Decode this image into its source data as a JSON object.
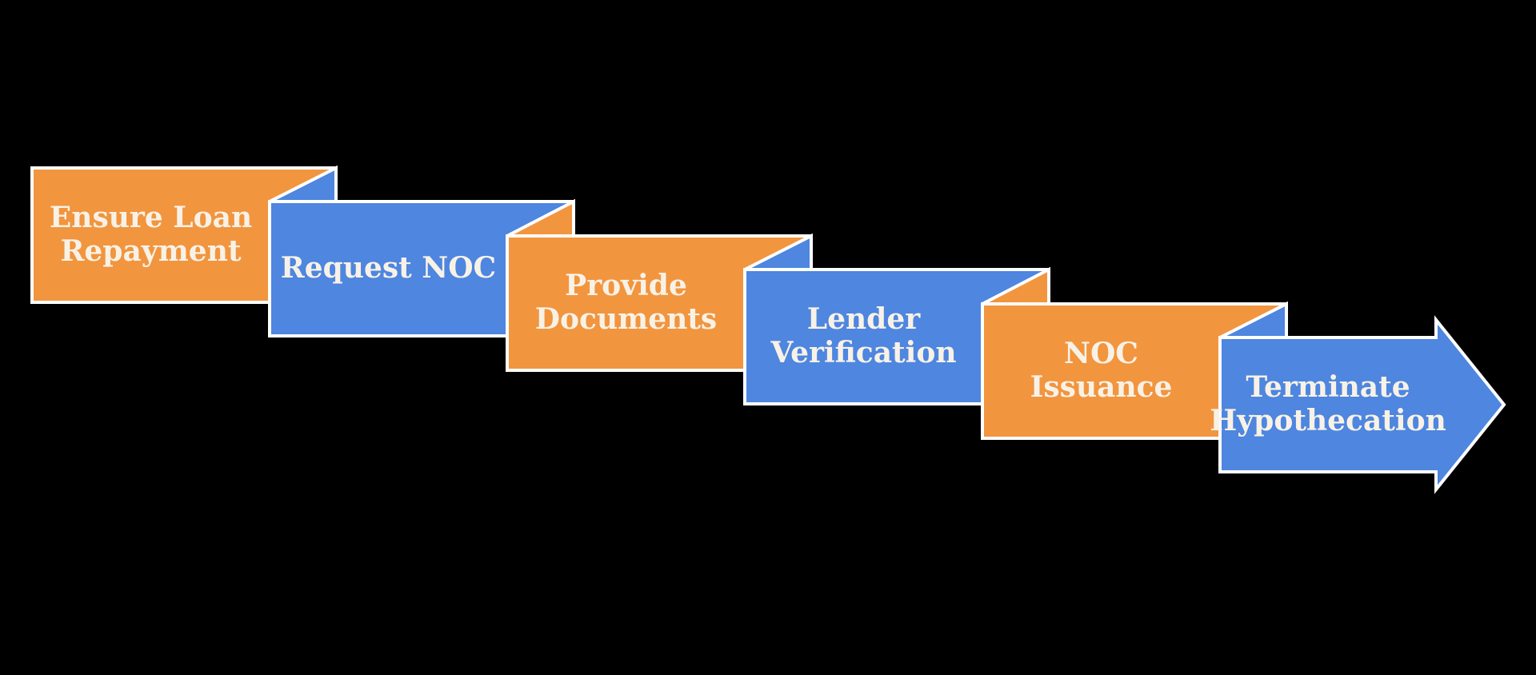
{
  "diagram": {
    "type": "process-flow",
    "background": "#000000",
    "colors": {
      "orange": "#F2953F",
      "blue": "#4E86E0",
      "outline": "#FFFFFF",
      "text": "#F8F2E6"
    },
    "steps": [
      {
        "index": 1,
        "label": "Ensure Loan\nRepayment",
        "color": "orange",
        "shape": "folded-box"
      },
      {
        "index": 2,
        "label": "Request NOC",
        "color": "blue",
        "shape": "folded-box"
      },
      {
        "index": 3,
        "label": "Provide\nDocuments",
        "color": "orange",
        "shape": "folded-box"
      },
      {
        "index": 4,
        "label": "Lender\nVerification",
        "color": "blue",
        "shape": "folded-box"
      },
      {
        "index": 5,
        "label": "NOC\nIssuance",
        "color": "orange",
        "shape": "folded-box"
      },
      {
        "index": 6,
        "label": "Terminate\nHypothecation",
        "color": "blue",
        "shape": "right-arrow"
      }
    ]
  }
}
